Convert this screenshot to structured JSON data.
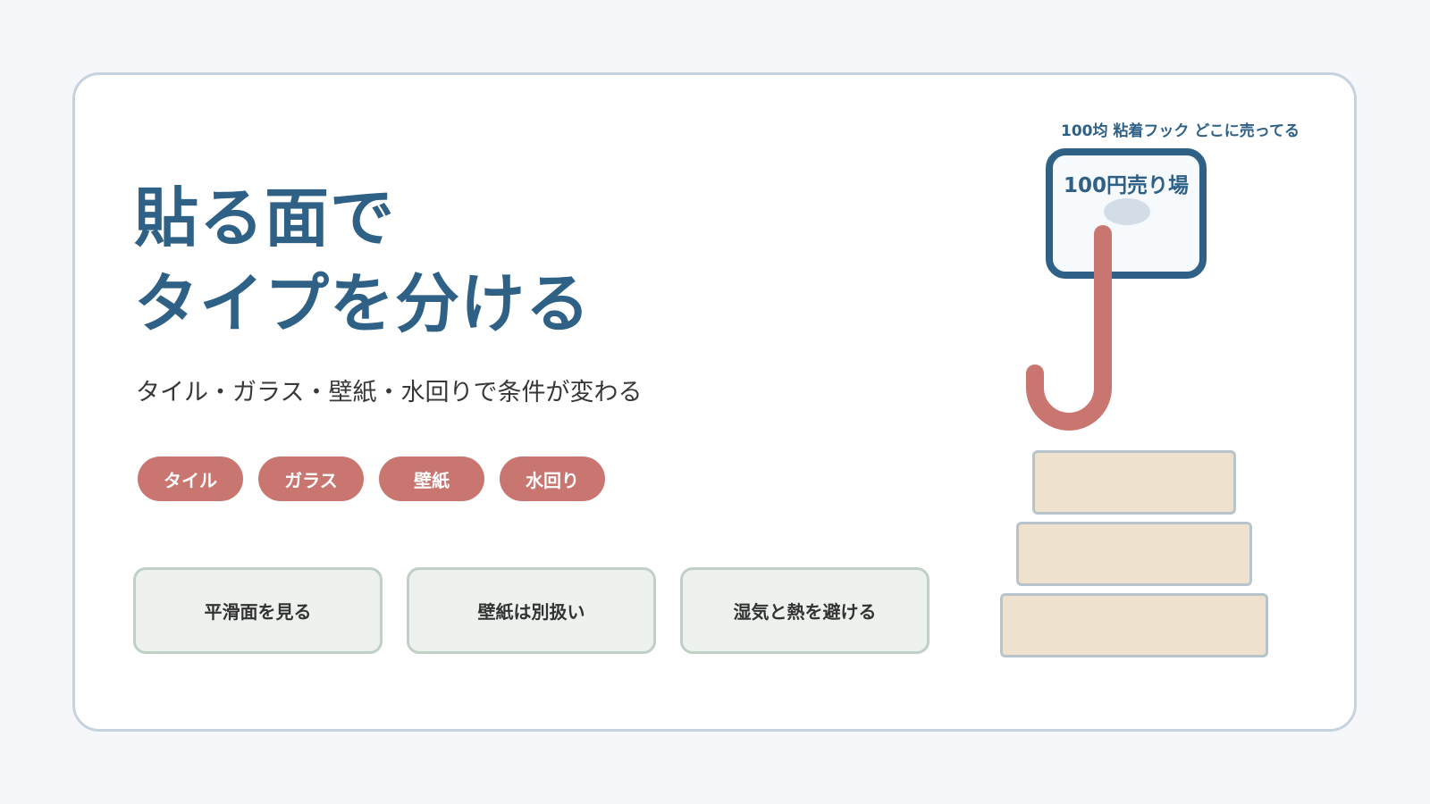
{
  "headline": {
    "line1": "貼る面で",
    "line2": "タイプを分ける"
  },
  "subtitle": "タイル・ガラス・壁紙・水回りで条件が変わる",
  "chips": [
    "タイル",
    "ガラス",
    "壁紙",
    "水回り"
  ],
  "tips": [
    "平滑面を見る",
    "壁紙は別扱い",
    "湿気と熱を避ける"
  ],
  "illustration": {
    "caption": "100均 粘着フック どこに売ってる",
    "plate_label": "100円売り場"
  },
  "colors": {
    "accent_blue": "#2f6186",
    "chip_red": "#c97670",
    "hook_red": "#c97670",
    "tip_bg": "#eef2ee",
    "box_bg": "#eee1cd",
    "page_bg": "#f5f7fb"
  }
}
